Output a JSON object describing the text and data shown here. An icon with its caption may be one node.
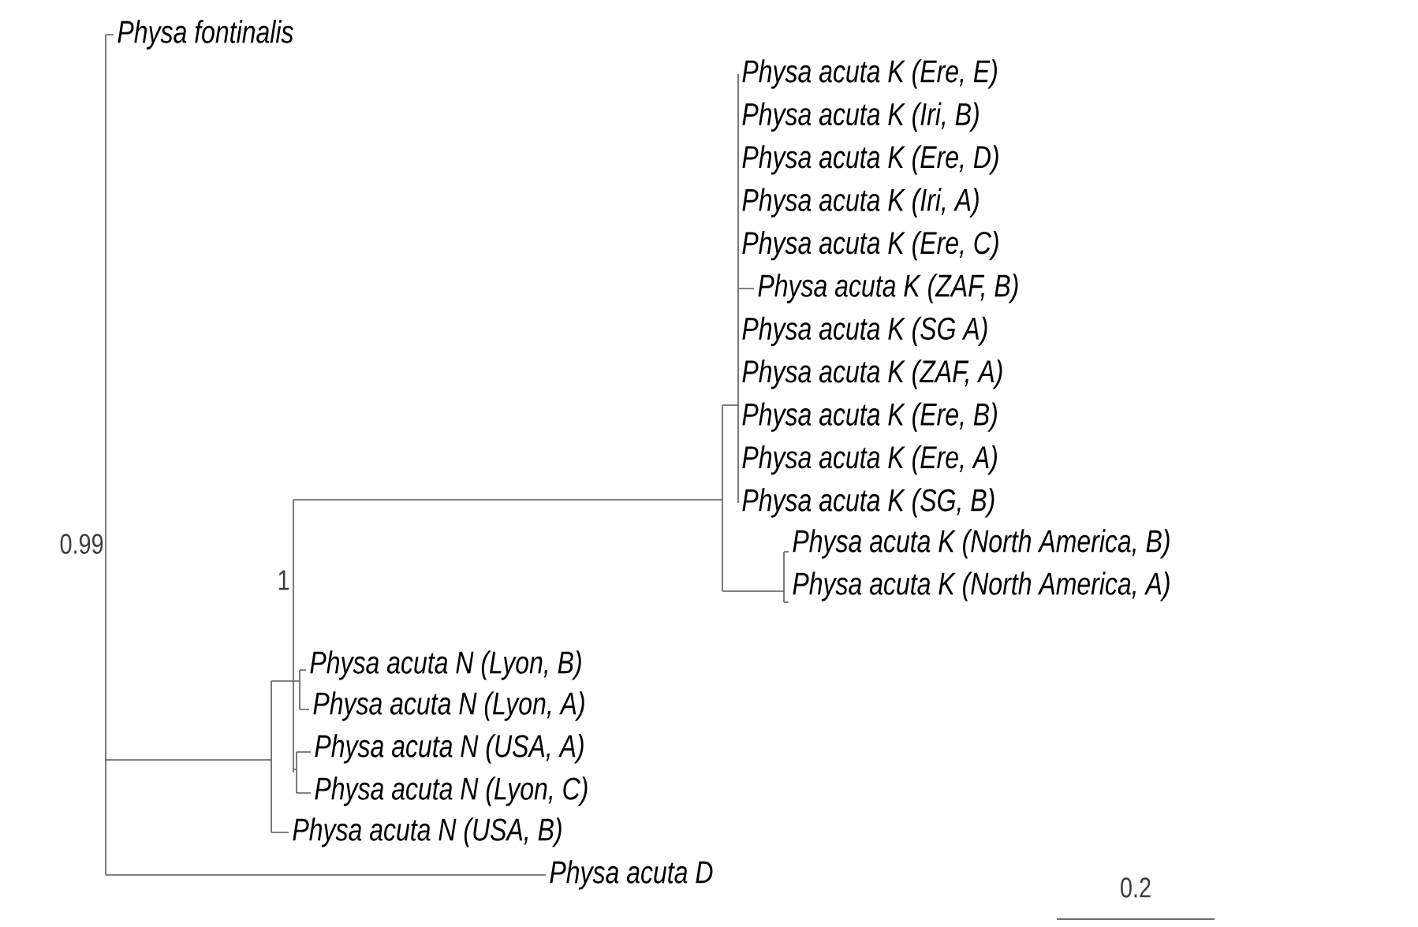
{
  "diagram": {
    "labels": [
      "Physa fontinalis",
      "Physa acuta K (Ere, E)",
      "Physa acuta K (Iri, B)",
      "Physa acuta K (Ere, D)",
      "Physa acuta K (Iri, A)",
      "Physa acuta K (Ere, C)",
      "Physa acuta K (ZAF, B)",
      "Physa acuta K (SG A)",
      "Physa acuta K (ZAF, A)",
      "Physa acuta K (Ere, B)",
      "Physa acuta K (Ere, A)",
      "Physa acuta K (SG, B)",
      "0.99",
      "Physa acuta K (North America, B)",
      "1",
      "Physa acuta K (North America, A)",
      "Physa acuta N (Lyon, B)",
      "Physa acuta N (Lyon, A)",
      "Physa acuta N (USA, A)",
      "Physa acuta N (Lyon, C)",
      "Physa acuta N (USA, B)",
      "Physa acuta D",
      "0.2"
    ]
  }
}
